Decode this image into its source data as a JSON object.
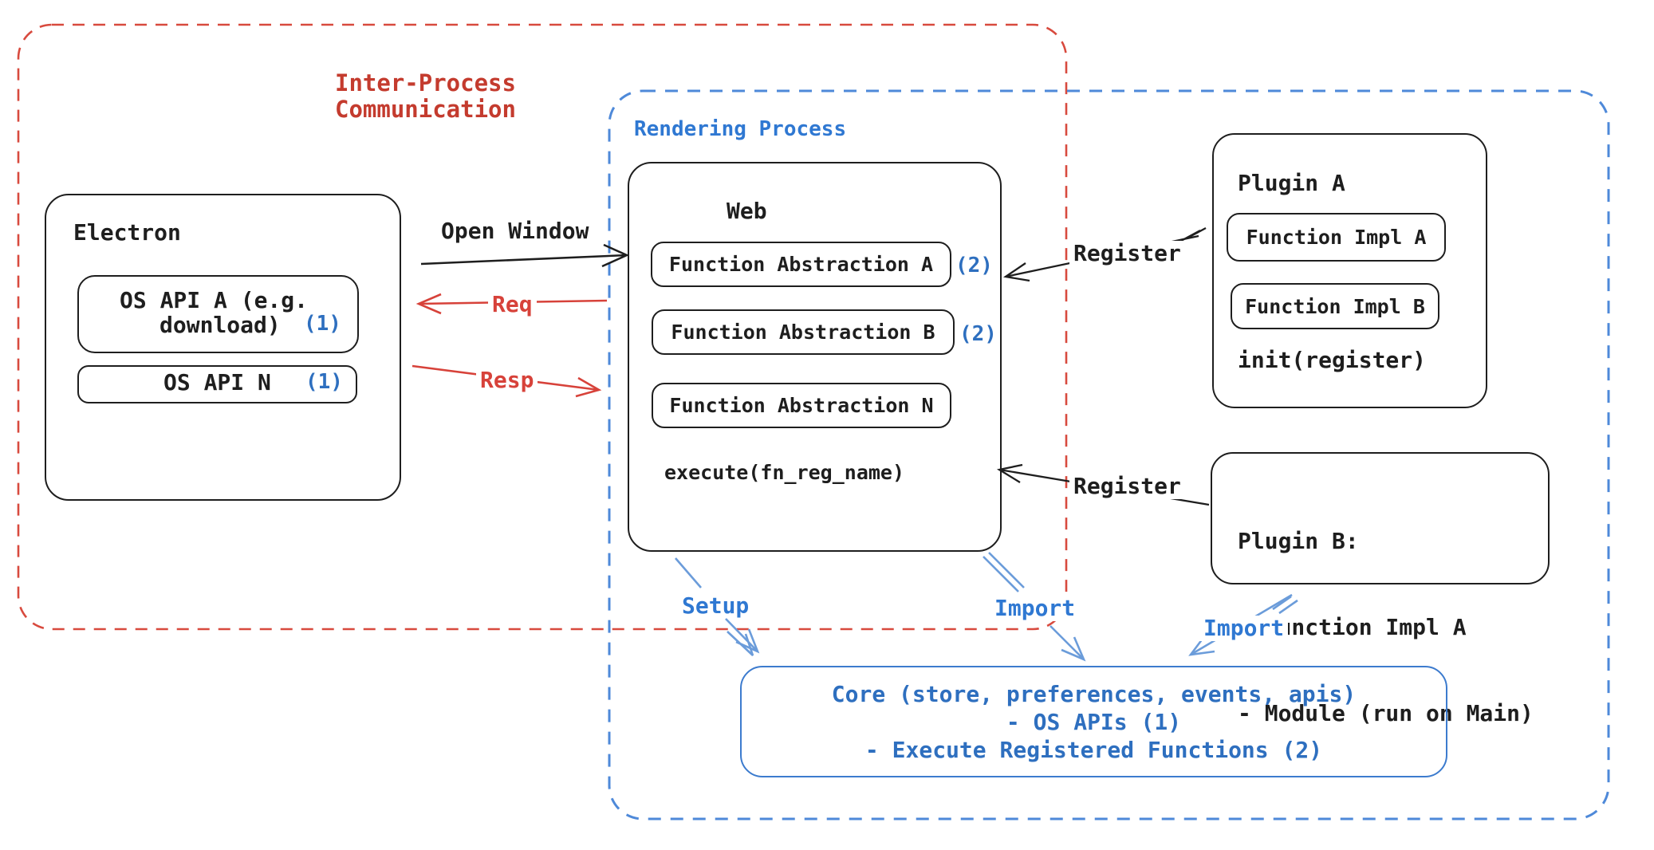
{
  "ipc_region": {
    "label_line1": "Inter-Process",
    "label_line2": "Communication"
  },
  "rendering_region": {
    "label": "Rendering Process"
  },
  "electron": {
    "title": "Electron",
    "os_api_a_line1": "OS API A (e.g.",
    "os_api_a_line2": "download)",
    "os_api_a_badge": "(1)",
    "os_api_n": "OS API N",
    "os_api_n_badge": "(1)"
  },
  "web": {
    "title": "Web",
    "fn_abstraction_a": "Function Abstraction A",
    "fn_abstraction_a_badge": "(2)",
    "fn_abstraction_b": "Function Abstraction B",
    "fn_abstraction_b_badge": "(2)",
    "fn_abstraction_n": "Function Abstraction N",
    "execute_label": "execute(fn_reg_name)"
  },
  "plugin_a": {
    "title": "Plugin A",
    "fn_impl_a": "Function Impl A",
    "fn_impl_b": "Function Impl B",
    "init_label": "init(register)"
  },
  "plugin_b": {
    "title": "Plugin B:",
    "item1": "- Function Impl A",
    "item2": "- Module (run on Main)"
  },
  "core": {
    "line1": "Core (store, preferences, events, apis)",
    "line2": "- OS APIs (1)",
    "line3": "- Execute Registered Functions (2)"
  },
  "arrows": {
    "open_window": "Open Window",
    "req": "Req",
    "resp": "Resp",
    "register_a": "Register",
    "register_b": "Register",
    "setup": "Setup",
    "import_web": "Import",
    "import_plugin": "Import"
  },
  "colors": {
    "ipc_dash": "#d84a3e",
    "rendering_dash": "#4e89d9",
    "black_ink": "#1e1e1e",
    "red_arrow": "#d7423a",
    "blue_label": "#2f78d2",
    "light_blue_arrow": "#6b9cda",
    "core_blue": "#3c7bce"
  }
}
